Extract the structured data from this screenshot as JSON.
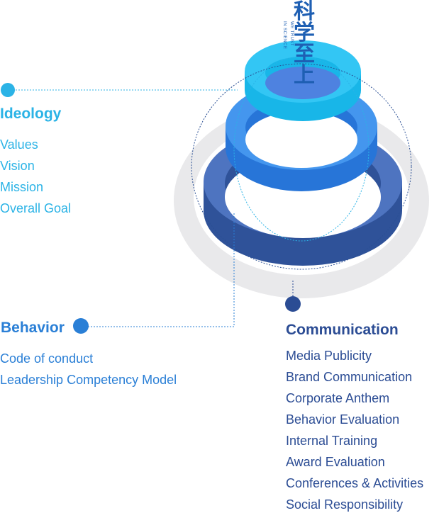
{
  "ideology": {
    "title": "Ideology",
    "items": [
      "Values",
      "Vision",
      "Mission",
      "Overall Goal"
    ],
    "color": "#2bb3e6"
  },
  "behavior": {
    "title": "Behavior",
    "items": [
      "Code of conduct",
      "Leadership Competency Model"
    ],
    "color": "#2a7fd6"
  },
  "communication": {
    "title": "Communication",
    "items": [
      "Media Publicity",
      "Brand Communication",
      "Corporate Anthem",
      "Behavior Evaluation",
      "Internal Training",
      "Award Evaluation",
      "Conferences & Activities",
      "Social Responsibility"
    ],
    "color": "#2b4c94"
  },
  "emblem": {
    "calligraphy": [
      "科",
      "学",
      "至",
      "上"
    ],
    "motto_line1": "WE TRUST",
    "motto_line2": "IN SCIENCE"
  }
}
